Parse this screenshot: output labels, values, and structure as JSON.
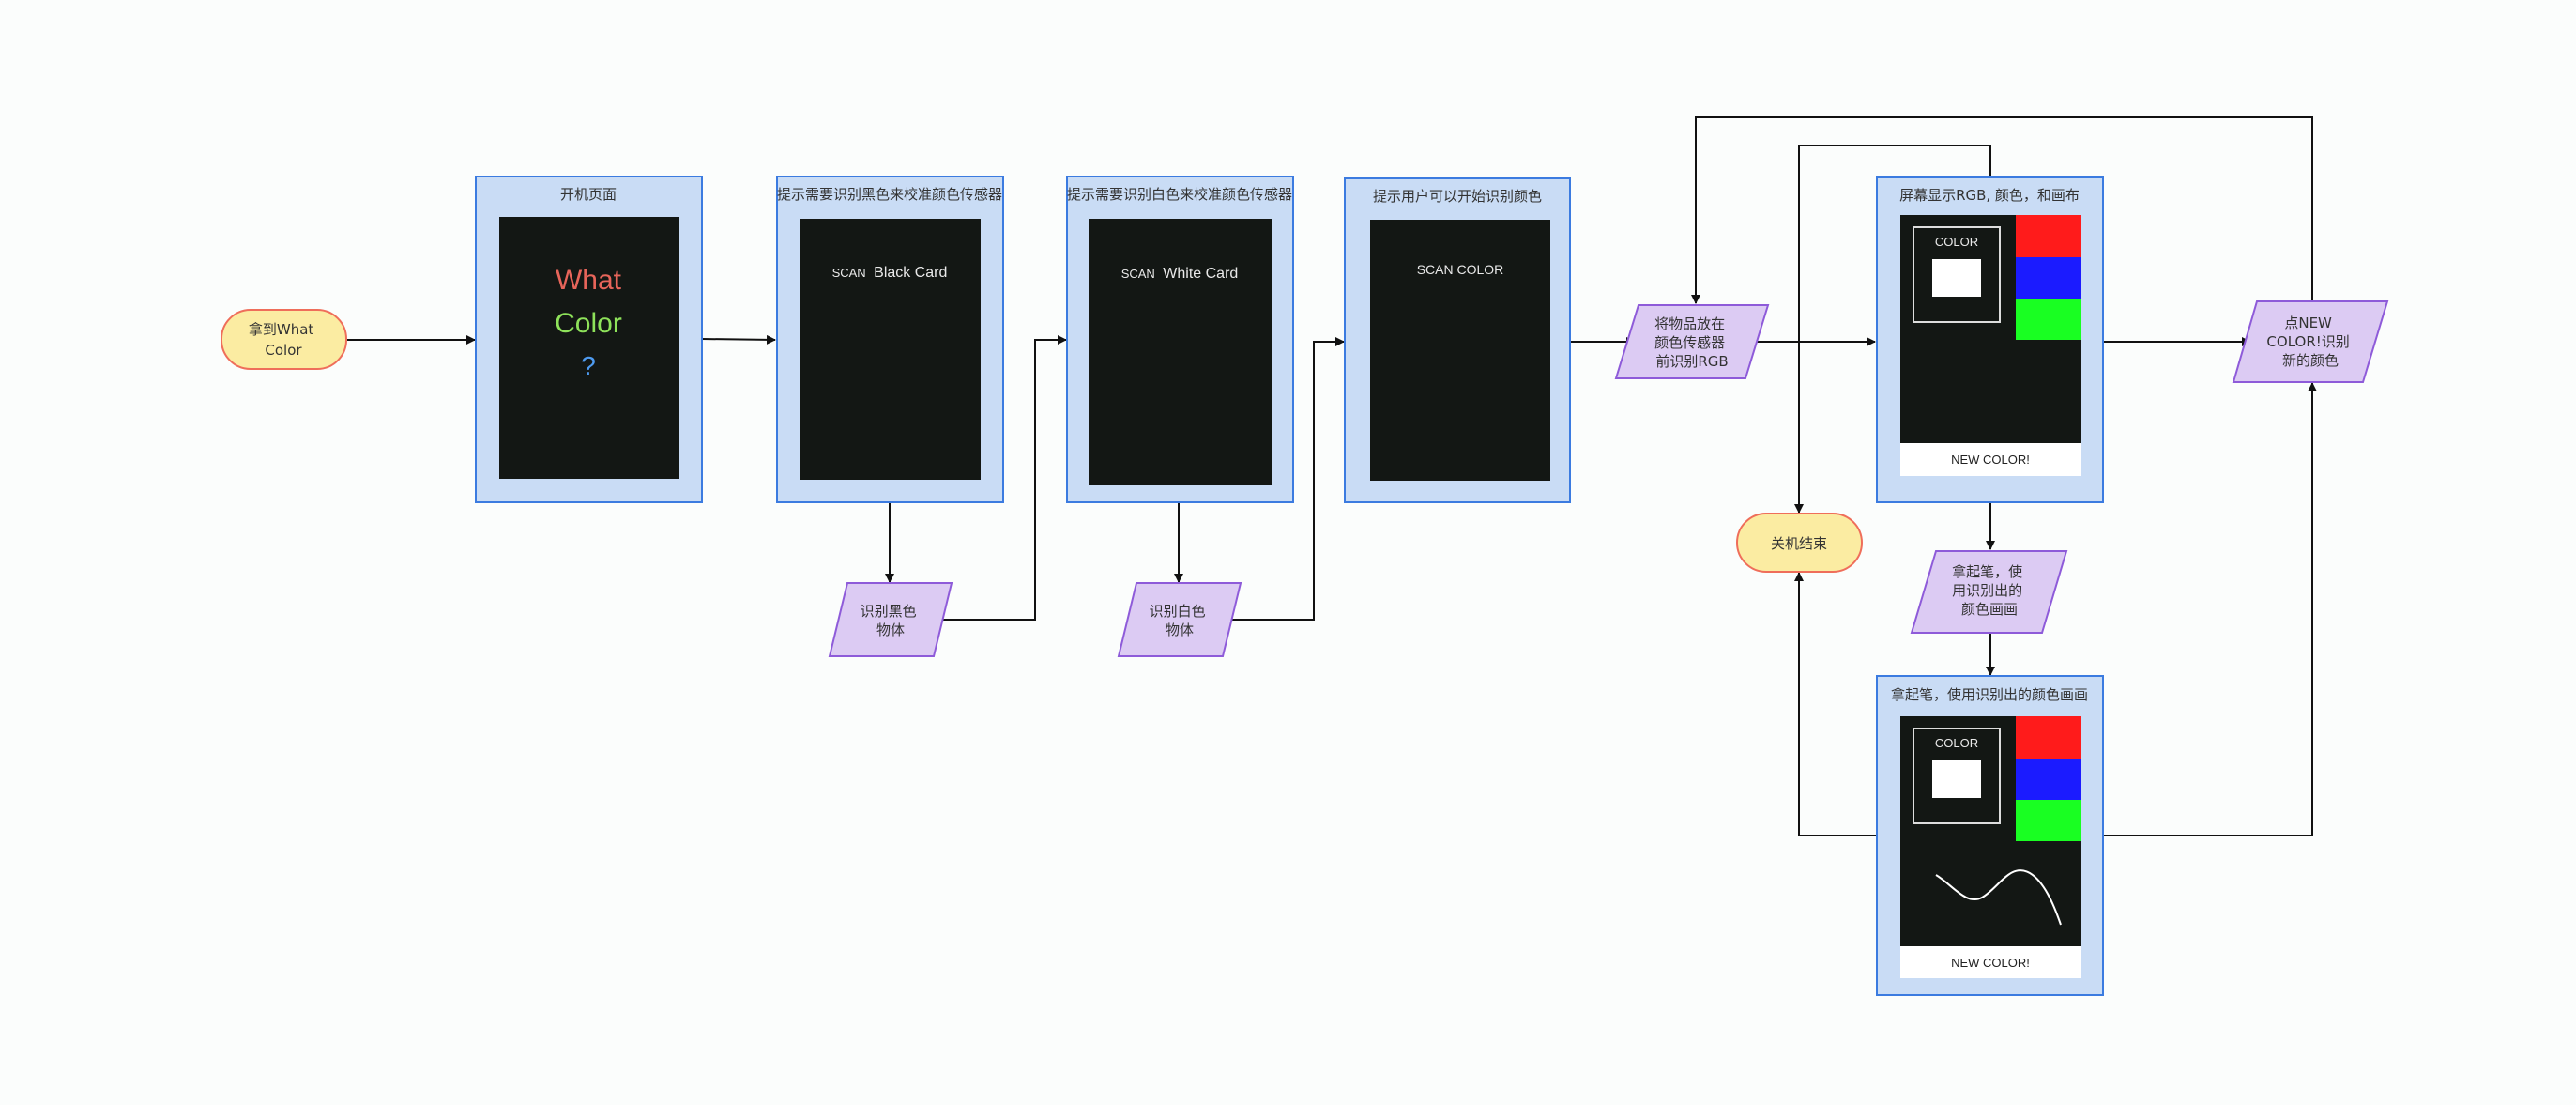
{
  "colors": {
    "frame_fill": "#c9dcf5",
    "frame_border": "#3b7be0",
    "screen_fill": "#131714",
    "terminal_fill": "#fbeca2",
    "terminal_border": "#ef6e5a",
    "io_fill": "#dccbf3",
    "io_border": "#8e5bd9",
    "arrow": "#111111",
    "what_color": "#e7655a",
    "color_color": "#8ee25a",
    "question_color": "#4e9bf0",
    "swatch_red": "#ff1b1b",
    "swatch_blue": "#1b1bff",
    "swatch_green": "#19ff22"
  },
  "nodes": {
    "start": {
      "lines": [
        "拿到What",
        "Color"
      ]
    },
    "end": {
      "lines": [
        "关机结束"
      ]
    },
    "boot": {
      "title": "开机页面",
      "screen": [
        "What",
        "Color",
        "?"
      ]
    },
    "black_cal": {
      "title": "提示需要识别黑色来校准颜色传感器",
      "screen_prefix": "SCAN",
      "screen_main": "Black Card"
    },
    "white_cal": {
      "title": "提示需要识别白色来校准颜色传感器",
      "screen_prefix": "SCAN",
      "screen_main": "White Card"
    },
    "scan_prompt": {
      "title": "提示用户可以开始识别颜色",
      "screen": "SCAN COLOR"
    },
    "display": {
      "title": "屏幕显示RGB, 颜色，和画布",
      "color_label": "COLOR",
      "button": "NEW COLOR!"
    },
    "draw": {
      "title": "拿起笔，使用识别出的颜色画画",
      "color_label": "COLOR",
      "button": "NEW COLOR!"
    },
    "io_black": {
      "lines": [
        "识别黑色",
        "物体"
      ]
    },
    "io_white": {
      "lines": [
        "识别白色",
        "物体"
      ]
    },
    "io_place": {
      "lines": [
        "将物品放在",
        "颜色传感器",
        "前识别RGB"
      ]
    },
    "io_new": {
      "lines": [
        "点NEW",
        "COLOR!识别",
        "新的颜色"
      ]
    },
    "io_pen": {
      "lines": [
        "拿起笔，使",
        "用识别出的",
        "颜色画画"
      ]
    }
  }
}
